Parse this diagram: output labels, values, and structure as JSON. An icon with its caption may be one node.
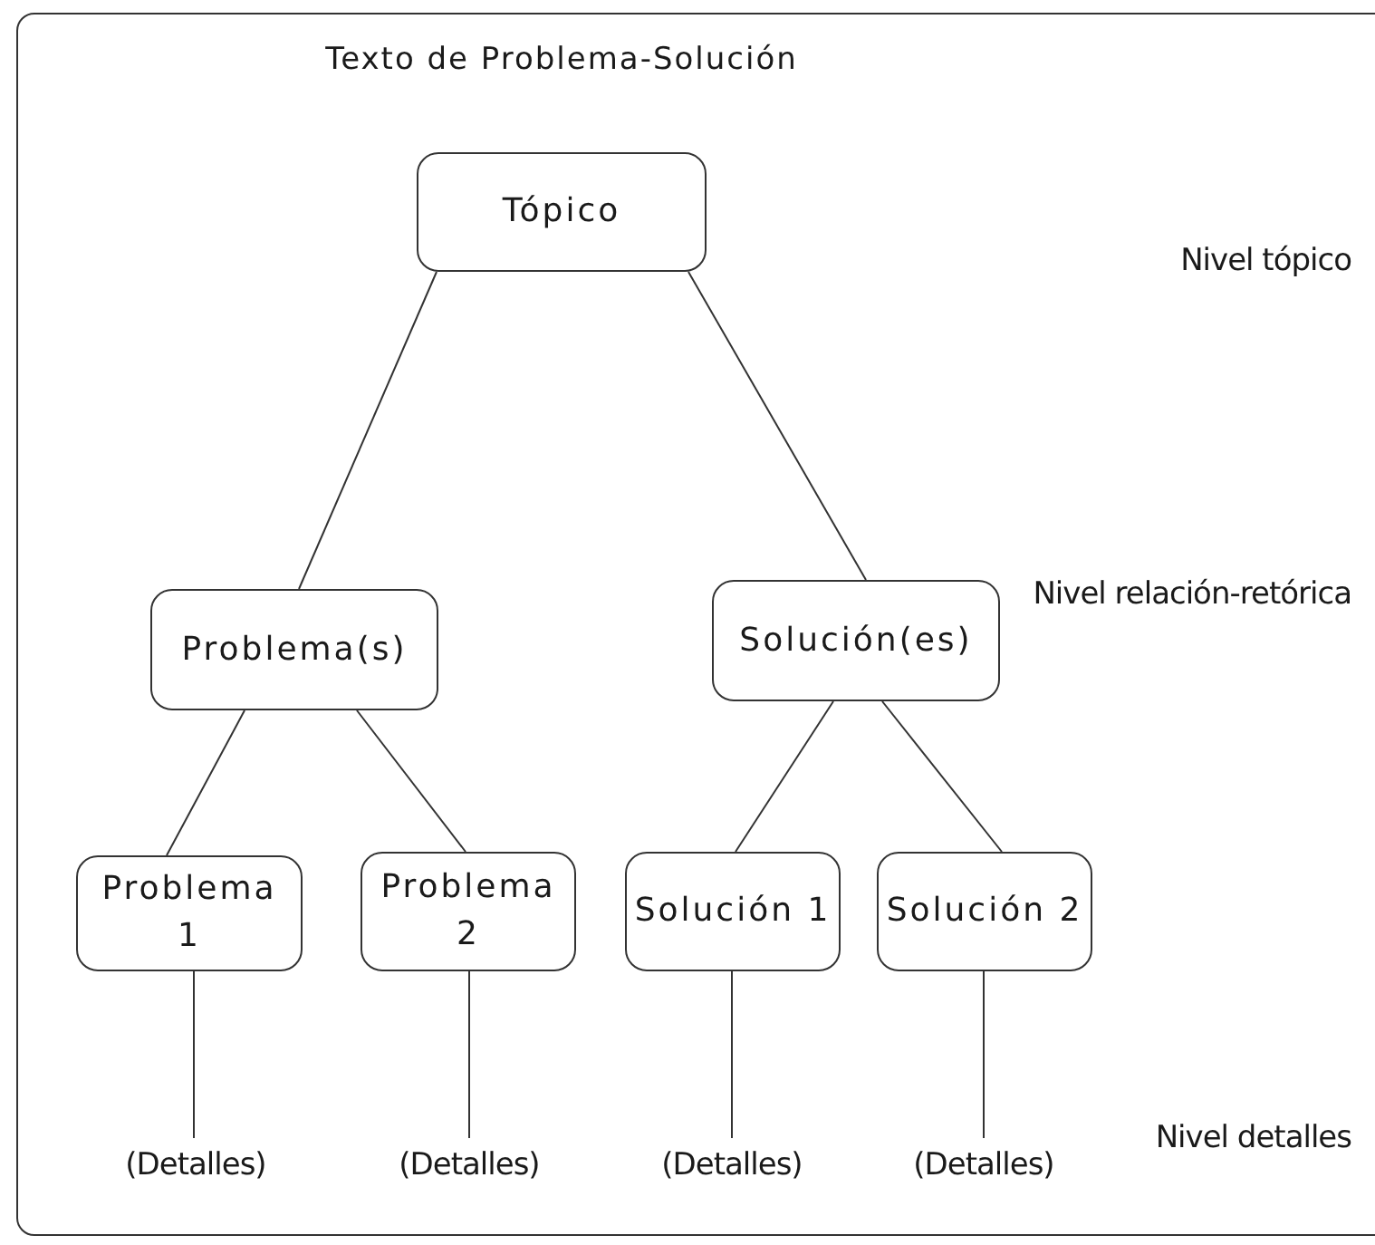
{
  "diagram": {
    "title": "Texto de Problema-Solución",
    "nodes": [
      {
        "text": [
          "Tópico"
        ]
      },
      {
        "text": [
          "Problema(s)"
        ]
      },
      {
        "text": [
          "Solución(es)"
        ]
      },
      {
        "text": [
          "Problema 1"
        ]
      },
      {
        "text": [
          "Problema 2"
        ]
      },
      {
        "text": [
          "Solución 1"
        ]
      },
      {
        "text": [
          "Solución 2"
        ]
      },
      {
        "text": [
          "(Detalles)"
        ]
      },
      {
        "text": [
          "(Detalles)"
        ]
      },
      {
        "text": [
          "(Detalles)"
        ]
      },
      {
        "text": [
          "(Detalles)"
        ]
      }
    ],
    "edges": [
      {
        "from": 0,
        "to": 1,
        "arrow": "none"
      },
      {
        "from": 0,
        "to": 2,
        "arrow": "none"
      },
      {
        "from": 1,
        "to": 3,
        "arrow": "none"
      },
      {
        "from": 1,
        "to": 4,
        "arrow": "none"
      },
      {
        "from": 2,
        "to": 5,
        "arrow": "none"
      },
      {
        "from": 2,
        "to": 6,
        "arrow": "none"
      },
      {
        "from": 3,
        "to": 7,
        "arrow": "none"
      },
      {
        "from": 4,
        "to": 8,
        "arrow": "none"
      },
      {
        "from": 5,
        "to": 9,
        "arrow": "none"
      },
      {
        "from": 6,
        "to": 10,
        "arrow": "none"
      }
    ],
    "labels": [
      "Nivel tópico",
      "Nivel relación-retórica",
      "Nivel detalles"
    ]
  }
}
